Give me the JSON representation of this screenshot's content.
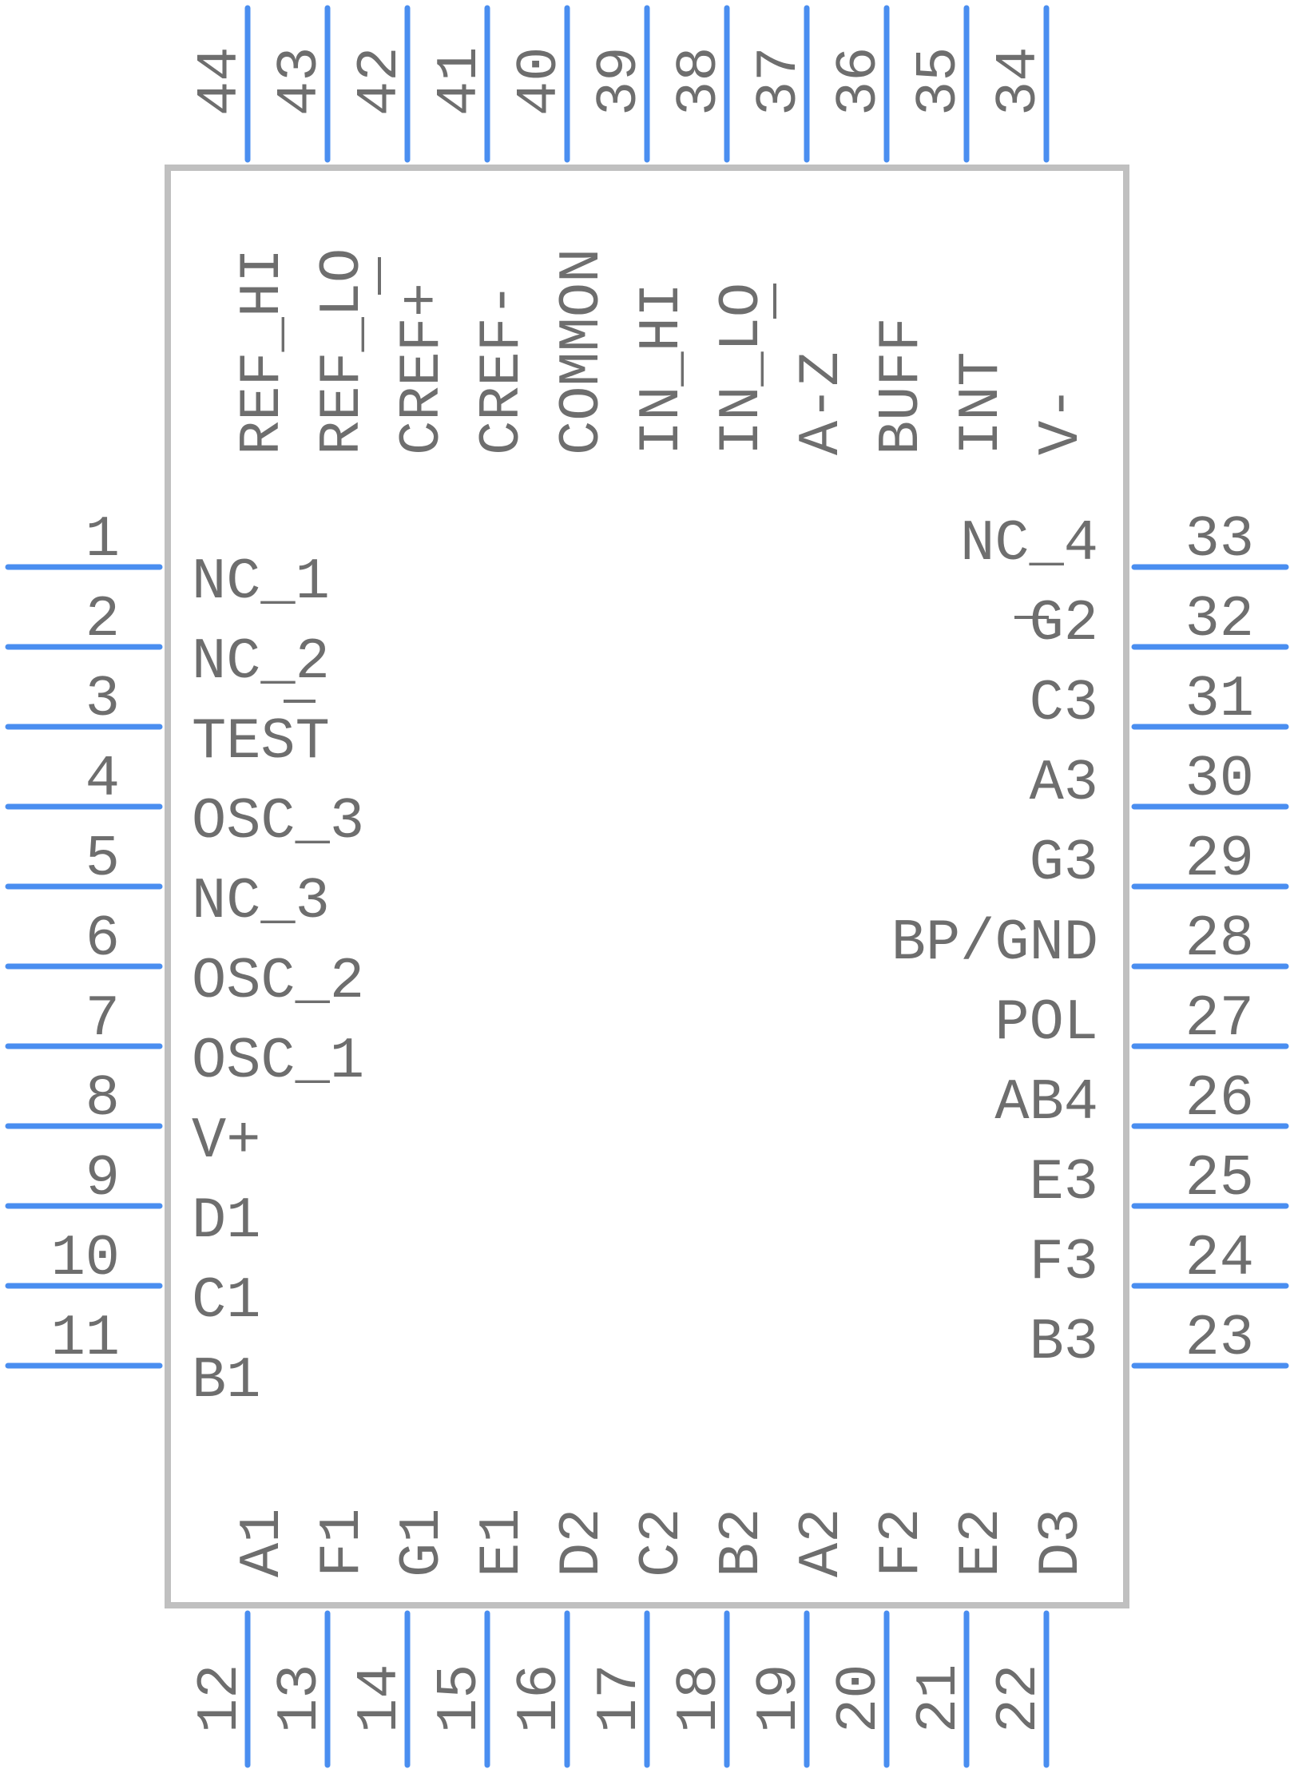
{
  "colors": {
    "pin": "#4a8ef0",
    "body": "#c0c0c0",
    "text": "#6e6e6e"
  },
  "pins": {
    "left": [
      {
        "num": "1",
        "name": "NC_1"
      },
      {
        "num": "2",
        "name": "NC_2"
      },
      {
        "num": "3",
        "name": "TEST"
      },
      {
        "num": "4",
        "name": "OSC_3"
      },
      {
        "num": "5",
        "name": "NC_3"
      },
      {
        "num": "6",
        "name": "OSC_2"
      },
      {
        "num": "7",
        "name": "OSC_1"
      },
      {
        "num": "8",
        "name": "V+"
      },
      {
        "num": "9",
        "name": "D1"
      },
      {
        "num": "10",
        "name": "C1"
      },
      {
        "num": "11",
        "name": "B1"
      }
    ],
    "bottom": [
      {
        "num": "12",
        "name": "A1"
      },
      {
        "num": "13",
        "name": "F1"
      },
      {
        "num": "14",
        "name": "G1"
      },
      {
        "num": "15",
        "name": "E1"
      },
      {
        "num": "16",
        "name": "D2"
      },
      {
        "num": "17",
        "name": "C2"
      },
      {
        "num": "18",
        "name": "B2"
      },
      {
        "num": "19",
        "name": "A2"
      },
      {
        "num": "20",
        "name": "F2"
      },
      {
        "num": "21",
        "name": "E2"
      },
      {
        "num": "22",
        "name": "D3"
      }
    ],
    "right": [
      {
        "num": "33",
        "name": "NC_4"
      },
      {
        "num": "32",
        "name": "G2"
      },
      {
        "num": "31",
        "name": "C3"
      },
      {
        "num": "30",
        "name": "A3"
      },
      {
        "num": "29",
        "name": "G3"
      },
      {
        "num": "28",
        "name": "BP/GND"
      },
      {
        "num": "27",
        "name": "POL"
      },
      {
        "num": "26",
        "name": "AB4"
      },
      {
        "num": "25",
        "name": "E3"
      },
      {
        "num": "24",
        "name": "F3"
      },
      {
        "num": "23",
        "name": "B3"
      }
    ],
    "top": [
      {
        "num": "44",
        "name": "REF_HI"
      },
      {
        "num": "43",
        "name": "REF_LO"
      },
      {
        "num": "42",
        "name": "CREF+"
      },
      {
        "num": "41",
        "name": "CREF-"
      },
      {
        "num": "40",
        "name": "COMMON"
      },
      {
        "num": "39",
        "name": "IN_HI"
      },
      {
        "num": "38",
        "name": "IN_LO"
      },
      {
        "num": "37",
        "name": "A-Z"
      },
      {
        "num": "36",
        "name": "BUFF"
      },
      {
        "num": "35",
        "name": "INT"
      },
      {
        "num": "34",
        "name": "V-"
      }
    ]
  }
}
